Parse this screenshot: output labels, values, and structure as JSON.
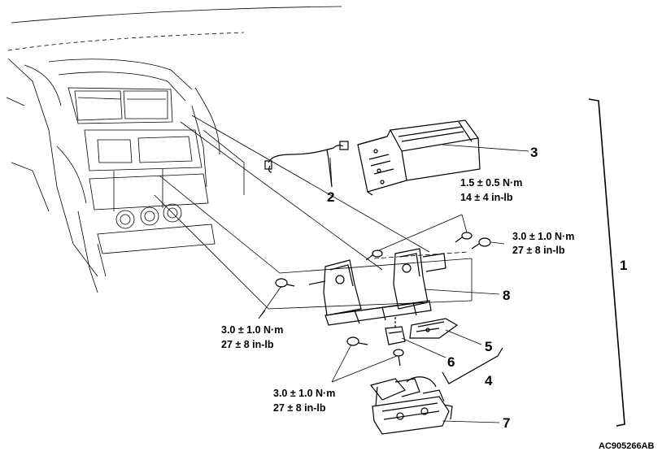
{
  "diagram": {
    "image_code": "AC905266AB",
    "callouts": {
      "c1": "1",
      "c2": "2",
      "c3": "3",
      "c4": "4",
      "c5": "5",
      "c6": "6",
      "c7": "7",
      "c8": "8"
    },
    "torques": {
      "upper_metric": "1.5 ± 0.5 N·m",
      "upper_imperial": "14 ± 4 in-lb",
      "right_metric": "3.0 ± 1.0 N·m",
      "right_imperial": "27 ± 8 in-lb",
      "left_metric": "3.0 ± 1.0 N·m",
      "left_imperial": "27 ± 8 in-lb",
      "bottom_metric": "3.0 ± 1.0 N·m",
      "bottom_imperial": "27 ± 8 in-lb"
    }
  }
}
